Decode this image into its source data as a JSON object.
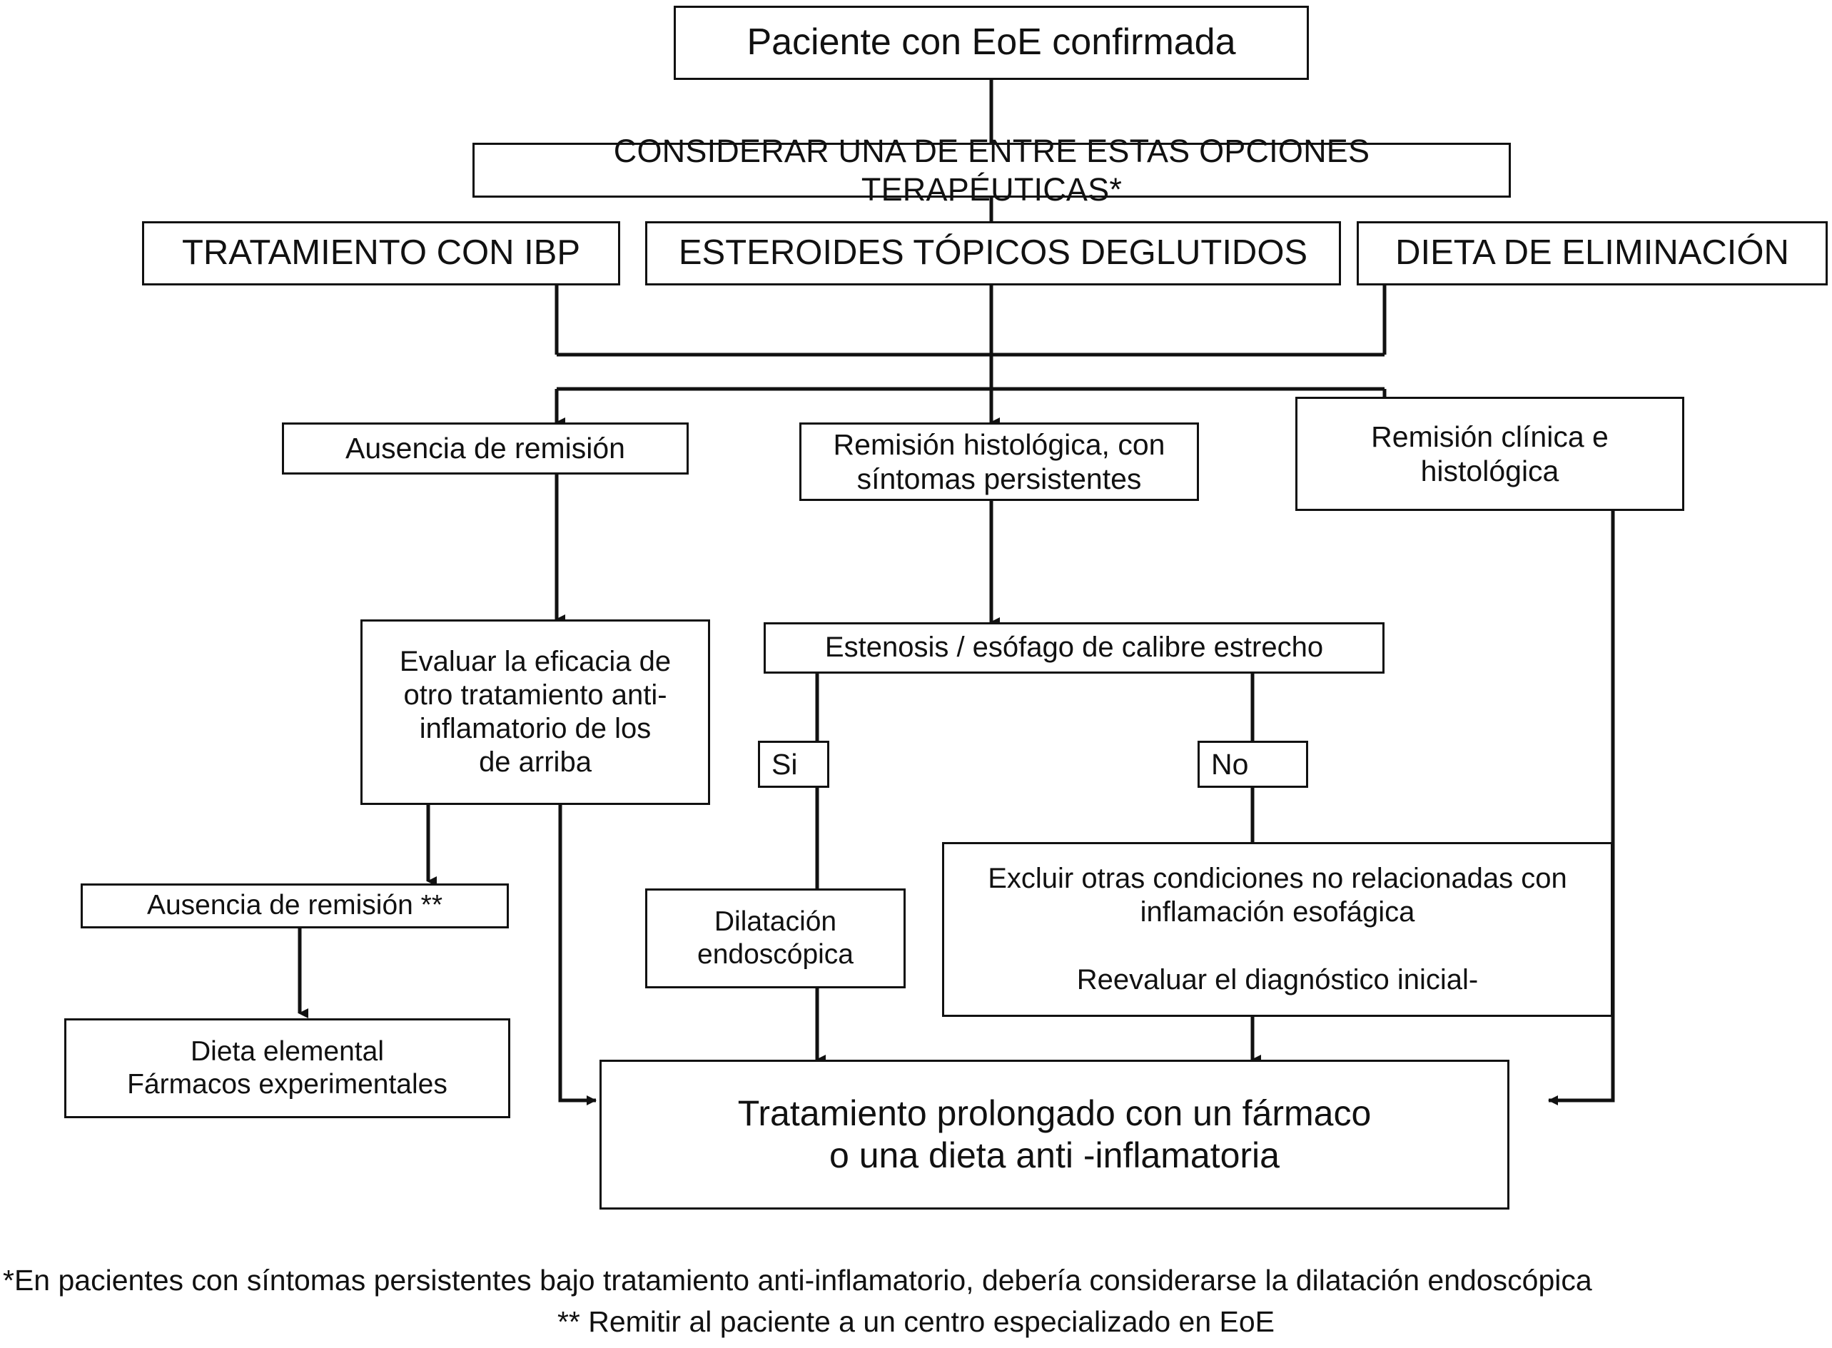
{
  "diagram": {
    "title": "Algoritmo de tratamiento de la EoE confirmada",
    "language": "es",
    "stroke_color": "#111111",
    "background_color": "#ffffff",
    "nodes": {
      "patient": {
        "label": "Paciente con EoE confirmada"
      },
      "consider": {
        "label": "CONSIDERAR UNA DE ENTRE ESTAS OPCIONES TERAPÉUTICAS*"
      },
      "ppi": {
        "label": "TRATAMIENTO CON IBP"
      },
      "steroids": {
        "label": "ESTEROIDES TÓPICOS DEGLUTIDOS"
      },
      "diet": {
        "label": "DIETA DE ELIMINACIÓN"
      },
      "no_remission": {
        "label": "Ausencia de  remisión"
      },
      "histologic_remission": {
        "label": "Remisión histológica, con\nsíntomas persistentes"
      },
      "clinical_remission": {
        "label": "Remisión clínica e\nhistológica"
      },
      "evaluate_other": {
        "label": "Evaluar la eficacia de\notro tratamiento anti-\ninflamatorio  de los\nde arriba"
      },
      "stenosis": {
        "label": "Estenosis / esófago de calibre estrecho"
      },
      "yes": {
        "label": "Si"
      },
      "no": {
        "label": "No"
      },
      "no_remission_2": {
        "label": "Ausencia de remisión **"
      },
      "elemental_diet": {
        "label": "Dieta elemental\nFármacos experimentales"
      },
      "dilation": {
        "label": "Dilatación\nendoscópica"
      },
      "exclude": {
        "label": "Excluir otras condiciones no relacionadas con\ninflamación esofágica\n\nReevaluar el diagnóstico inicial-"
      },
      "long_treatment": {
        "label": "Tratamiento prolongado con un fármaco\no una dieta anti -inflamatoria"
      }
    },
    "footnotes": {
      "line1": "*En pacientes con síntomas persistentes bajo tratamiento anti-inflamatorio, debería considerarse la dilatación endoscópica",
      "line2": "** Remitir al paciente a un centro especializado en EoE"
    }
  }
}
